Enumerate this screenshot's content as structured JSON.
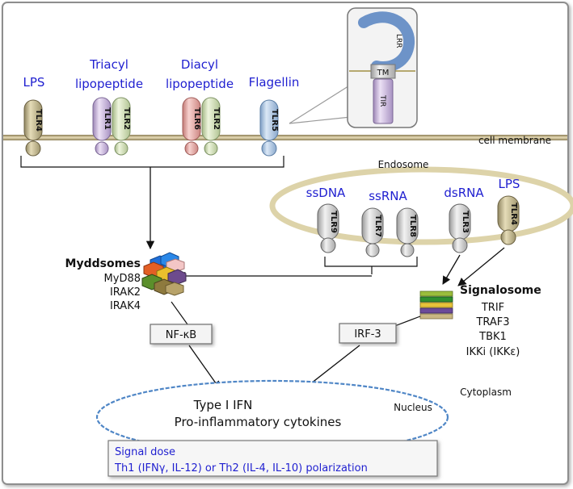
{
  "ligands": {
    "lps": "LPS",
    "triacyl_1": "Triacyl",
    "triacyl_2": "lipopeptide",
    "diacyl_1": "Diacyl",
    "diacyl_2": "lipopeptide",
    "flagellin": "Flagellin"
  },
  "surface_receptors": [
    "TLR4",
    "TLR1",
    "TLR2",
    "TLR6",
    "TLR2",
    "TLR5"
  ],
  "inset": {
    "lrr": "LRR",
    "tm": "TM",
    "tir": "TIR"
  },
  "membrane_label": "cell membrane",
  "endosome": {
    "title": "Endosome",
    "ligands": {
      "ssdna": "ssDNA",
      "ssrna": "ssRNA",
      "dsrna": "dsRNA",
      "lps": "LPS"
    },
    "receptors": [
      "TLR9",
      "TLR7",
      "TLR8",
      "TLR3",
      "TLR4"
    ]
  },
  "myddosomes": {
    "title": "Myddsomes",
    "items": [
      "MyD88",
      "IRAK2",
      "IRAK4"
    ]
  },
  "signalosome": {
    "title": "Signalosome",
    "items": [
      "TRIF",
      "TRAF3",
      "TBK1",
      "IKKi (IKKε)"
    ]
  },
  "factors": {
    "nfkb": "NF-κB",
    "irf3": "IRF-3"
  },
  "nucleus": {
    "label": "Nucleus",
    "line1": "Type I IFN",
    "line2": "Pro-inflammatory cytokines"
  },
  "cytoplasm_label": "Cytoplasm",
  "signal_box": {
    "line1": "Signal dose",
    "line2": "Th1 (IFNγ, IL-12) or Th2 (IL-4, IL-10) polarization"
  },
  "colors": {
    "membrane": "#c9b98a",
    "receptor_gray": "#c8c8c8",
    "tlr4": "#b8ad84",
    "tlr1": "#c9b4dc",
    "tlr2": "#d6e6b6",
    "tlr6": "#e8a7a4",
    "tlr5": "#a9c6e6",
    "ligand_text": "#1f1fd0"
  }
}
